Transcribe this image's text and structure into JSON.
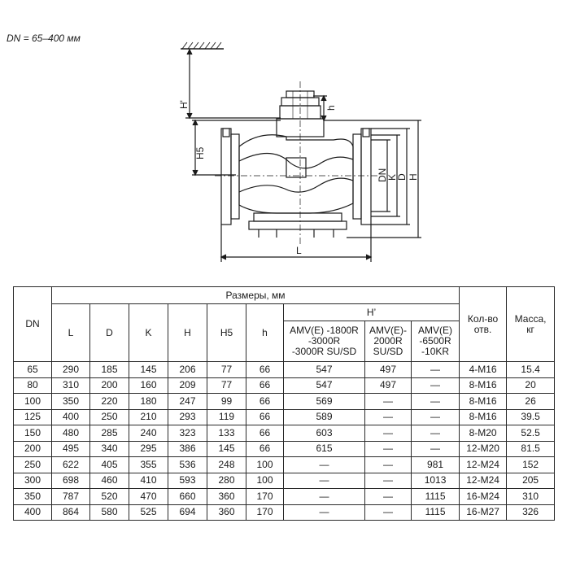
{
  "subtitle": "DN = 65–400 мм",
  "drawing": {
    "labels": {
      "h_prime": "H'",
      "h": "h",
      "h5": "H5",
      "dn": "DN",
      "k": "K",
      "d": "D",
      "H": "H",
      "l": "L"
    }
  },
  "table": {
    "headers": {
      "dn": "DN",
      "group": "Размеры, мм",
      "L": "L",
      "D": "D",
      "K": "K",
      "H": "H",
      "H5": "H5",
      "h": "h",
      "h_prime": "H’",
      "amv1": [
        "AMV(E) -1800R",
        "-3000R",
        "-3000R SU/SD"
      ],
      "amv2": [
        "AMV(E)-",
        "2000R",
        "SU/SD"
      ],
      "amv3": [
        "AMV(E)",
        "-6500R",
        "-10KR"
      ],
      "holes": [
        "Кол-во",
        "отв."
      ],
      "mass": [
        "Масса,",
        "кг"
      ]
    },
    "rows": [
      [
        "65",
        "290",
        "185",
        "145",
        "206",
        "77",
        "66",
        "547",
        "497",
        "—",
        "4-M16",
        "15.4"
      ],
      [
        "80",
        "310",
        "200",
        "160",
        "209",
        "77",
        "66",
        "547",
        "497",
        "—",
        "8-M16",
        "20"
      ],
      [
        "100",
        "350",
        "220",
        "180",
        "247",
        "99",
        "66",
        "569",
        "—",
        "—",
        "8-M16",
        "26"
      ],
      [
        "125",
        "400",
        "250",
        "210",
        "293",
        "119",
        "66",
        "589",
        "—",
        "—",
        "8-M16",
        "39.5"
      ],
      [
        "150",
        "480",
        "285",
        "240",
        "323",
        "133",
        "66",
        "603",
        "—",
        "—",
        "8-M20",
        "52.5"
      ],
      [
        "200",
        "495",
        "340",
        "295",
        "386",
        "145",
        "66",
        "615",
        "—",
        "—",
        "12-M20",
        "81.5"
      ],
      [
        "250",
        "622",
        "405",
        "355",
        "536",
        "248",
        "100",
        "—",
        "—",
        "981",
        "12-M24",
        "152"
      ],
      [
        "300",
        "698",
        "460",
        "410",
        "593",
        "280",
        "100",
        "—",
        "—",
        "1013",
        "12-M24",
        "205"
      ],
      [
        "350",
        "787",
        "520",
        "470",
        "660",
        "360",
        "170",
        "—",
        "—",
        "1115",
        "16-M24",
        "310"
      ],
      [
        "400",
        "864",
        "580",
        "525",
        "694",
        "360",
        "170",
        "—",
        "—",
        "1115",
        "16-M27",
        "326"
      ]
    ]
  }
}
